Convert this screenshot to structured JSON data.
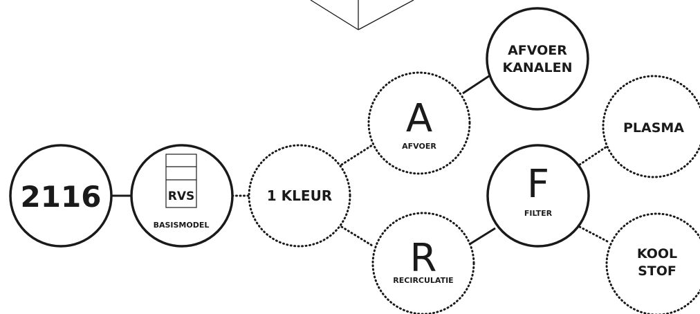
{
  "model_number": "2116",
  "basis": {
    "badge": "RVS",
    "label": "BASISMODEL"
  },
  "color": {
    "label": "1 KLEUR"
  },
  "afvoer": {
    "letter": "A",
    "label": "AFVOER"
  },
  "afvoer_kanalen": {
    "line1": "AFVOER",
    "line2": "KANALEN"
  },
  "recirculatie": {
    "letter": "R",
    "label": "RECIRCULATIE"
  },
  "filter": {
    "letter": "F",
    "label": "FILTER"
  },
  "plasma": {
    "label": "PLASMA"
  },
  "koolstof": {
    "line1": "KOOL",
    "line2": "STOF"
  },
  "colors": {
    "stroke": "#1a1a1a",
    "background": "#ffffff"
  }
}
